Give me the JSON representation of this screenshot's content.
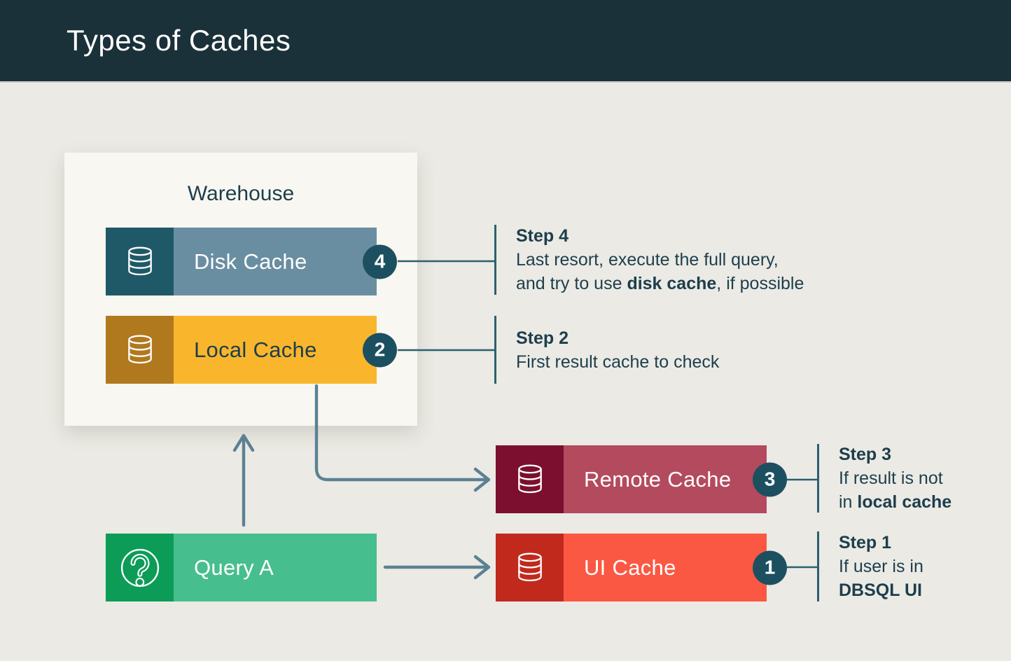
{
  "header": {
    "title": "Types of Caches"
  },
  "warehouse": {
    "title": "Warehouse"
  },
  "bars": {
    "disk": {
      "label": "Disk Cache",
      "badge": "4",
      "icon": "database-icon",
      "icon_bg": "#1f5968",
      "bg": "#6a8ea1",
      "label_color": "#ffffff"
    },
    "local": {
      "label": "Local Cache",
      "badge": "2",
      "icon": "database-icon",
      "icon_bg": "#b1791e",
      "bg": "#f9b62c",
      "label_color": "#1d3e4c"
    },
    "query": {
      "label": "Query A",
      "icon": "question-icon",
      "icon_bg": "#0c9c58",
      "bg": "#47be8d",
      "label_color": "#ffffff"
    },
    "remote": {
      "label": "Remote Cache",
      "badge": "3",
      "icon": "database-icon",
      "icon_bg": "#7c0f2f",
      "bg": "#b44a5e",
      "label_color": "#ffffff"
    },
    "ui": {
      "label": "UI Cache",
      "badge": "1",
      "icon": "database-icon",
      "icon_bg": "#c2291d",
      "bg": "#fb5844",
      "label_color": "#ffffff"
    }
  },
  "steps": {
    "step4": {
      "title": "Step 4",
      "line1": "Last resort, execute the full query,",
      "line2_pre": "and try to use ",
      "line2_bold": "disk cache",
      "line2_post": ", if possible"
    },
    "step2": {
      "title": "Step 2",
      "line1": "First result cache to check"
    },
    "step3": {
      "title": "Step 3",
      "line1": "If result is not",
      "line2_pre": "in ",
      "line2_bold": "local cache",
      "line2_post": ""
    },
    "step1": {
      "title": "Step 1",
      "line1": "If user is in",
      "line2_pre": "",
      "line2_bold": "DBSQL UI",
      "line2_post": ""
    }
  },
  "colors": {
    "header_bg": "#1b3139",
    "page_bg": "#ebeae4",
    "card_bg": "#f9f7f1",
    "text_dark": "#1d3e4c",
    "badge_bg": "#1c5060",
    "connector": "#2d5f6f",
    "arrow": "#5c8193"
  }
}
